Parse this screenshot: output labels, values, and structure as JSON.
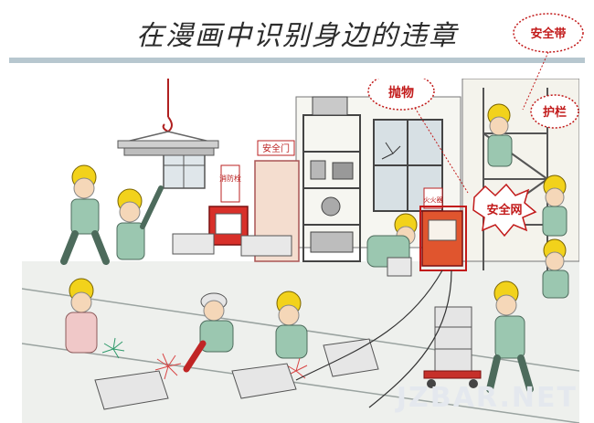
{
  "title": "在漫画中识别身边的违章",
  "callouts": {
    "safety_belt": "安全带",
    "throwing": "抛物",
    "guardrail": "护栏",
    "safety_net": "安全网"
  },
  "signs": {
    "safety_door": "安全门",
    "fire_hydrant": "消防栓",
    "fire_box": "火火器"
  },
  "watermark": "JZBAR.NET",
  "colors": {
    "callout_red": "#c21a1a",
    "helmet_yellow": "#f2d21b",
    "worker_green": "#9bc7b0",
    "rule_blue": "#b7c7cf"
  }
}
